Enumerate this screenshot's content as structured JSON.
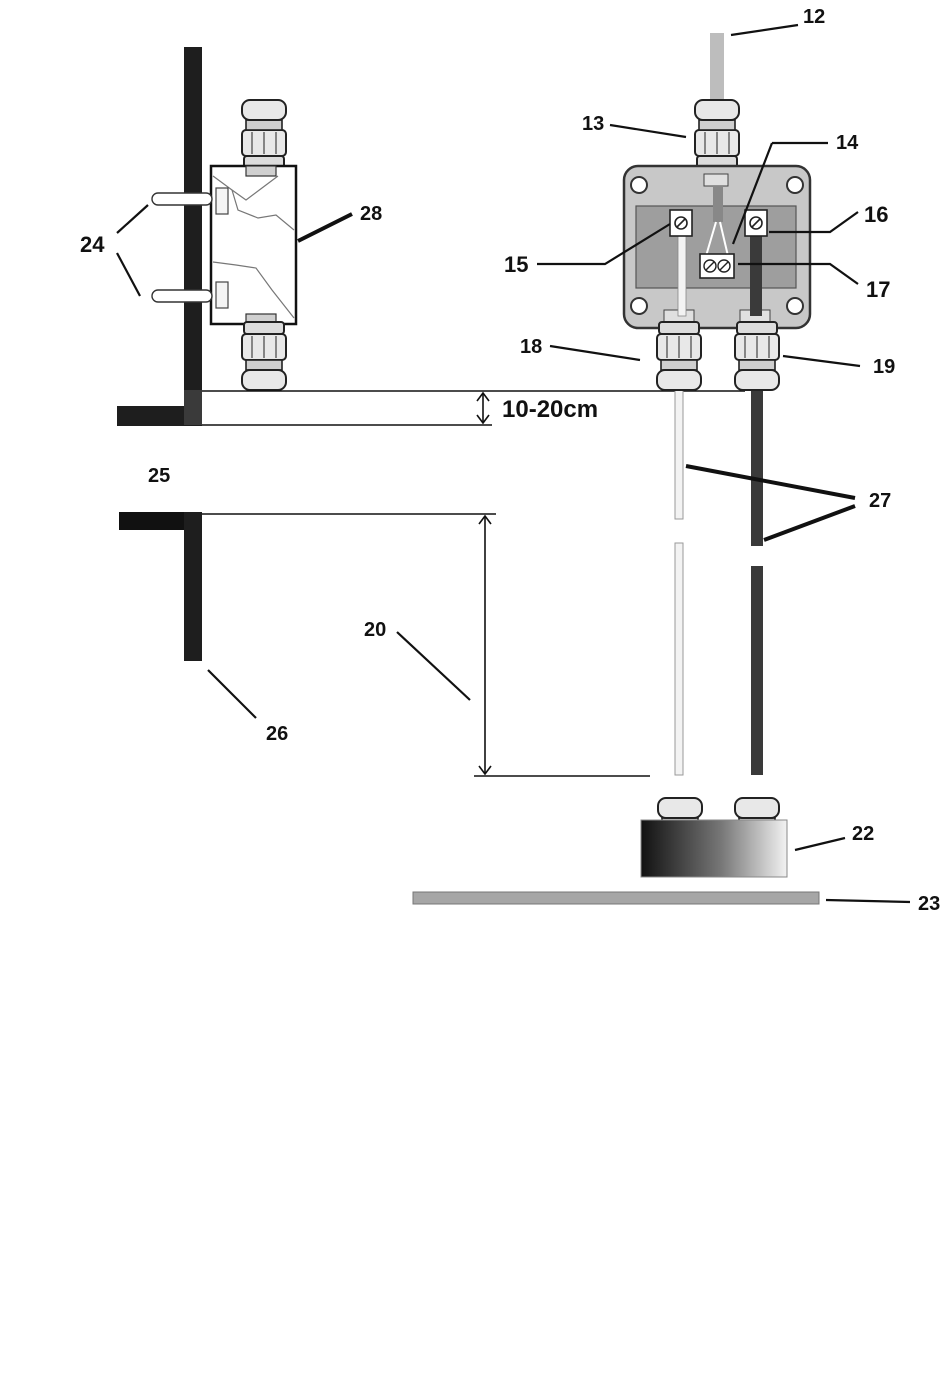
{
  "labels": {
    "l12": "12",
    "l13": "13",
    "l14": "14",
    "l15": "15",
    "l16": "16",
    "l17": "17",
    "l18": "18",
    "l19": "19",
    "l20": "20",
    "l22": "22",
    "l23": "23",
    "l24": "24",
    "l25": "25",
    "l26": "26",
    "l27": "27",
    "l28": "28"
  },
  "dimension_text": "10-20cm",
  "colors": {
    "wall": "#1e1e1e",
    "cable_light": "#d6d6d6",
    "cable_dark": "#3a3a3a",
    "box_body": "#c8c8c8",
    "box_panel": "#9e9e9e",
    "plate": "#a6a6a6"
  }
}
